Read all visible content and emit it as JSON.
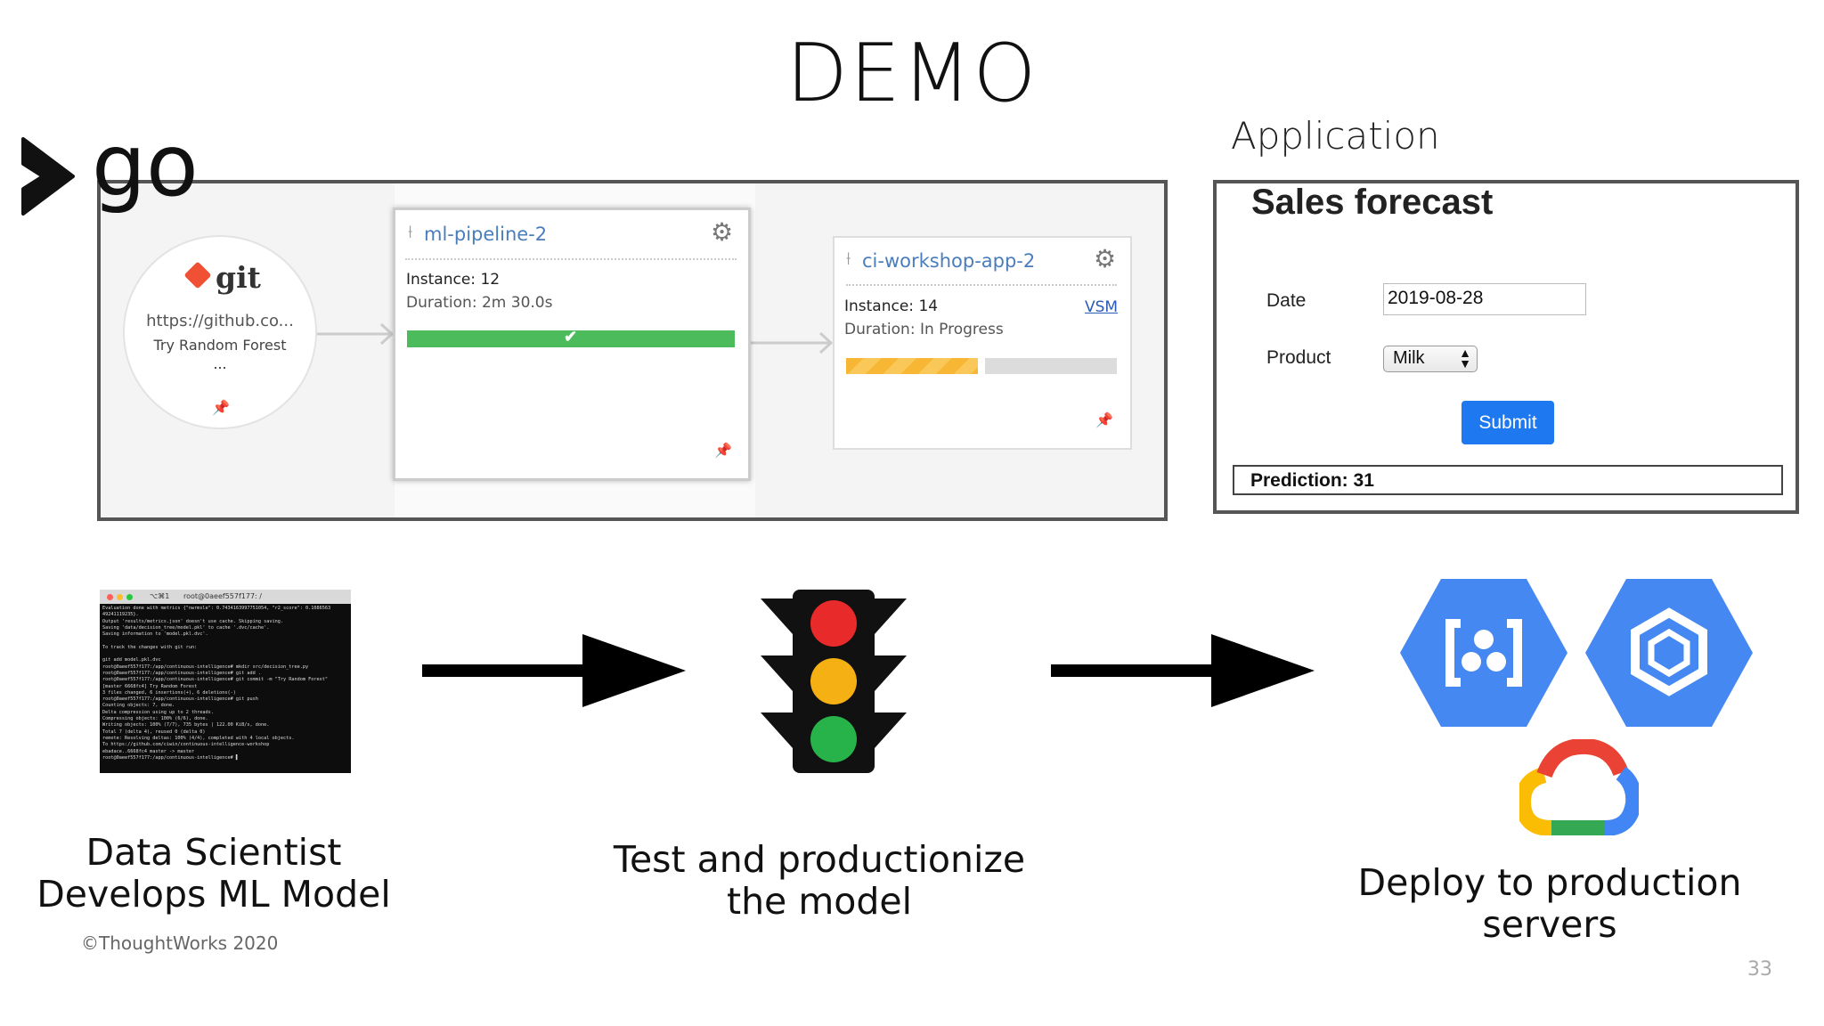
{
  "slide": {
    "title": "DEMO",
    "application_label": "Application",
    "copyright": "©ThoughtWorks 2020",
    "page_number": "33"
  },
  "gocd": {
    "logo_text": "go",
    "material": {
      "type_label": "git",
      "url": "https://github.co...",
      "commit_message": "Try Random Forest",
      "more": "..."
    },
    "pipelines": [
      {
        "name": "ml-pipeline-2",
        "instance": "Instance: 12",
        "duration": "Duration: 2m 30.0s",
        "status": "passed",
        "status_color": "#4cbb5c"
      },
      {
        "name": "ci-workshop-app-2",
        "instance": "Instance: 14",
        "duration": "Duration: In Progress",
        "link": "VSM",
        "status": "in-progress",
        "status_color": "#f7b633",
        "pending_color": "#dcdcdc"
      }
    ]
  },
  "sales_app": {
    "title": "Sales forecast",
    "date_label": "Date",
    "date_value": "2019-08-28",
    "product_label": "Product",
    "product_value": "Milk",
    "submit_label": "Submit",
    "prediction": "Prediction: 31",
    "accent": "#1e78f0"
  },
  "steps": [
    {
      "caption_line1": "Data Scientist",
      "caption_line2": "Develops ML Model",
      "icon": "terminal-icon"
    },
    {
      "caption_line1": "Test and productionize",
      "caption_line2": "the model",
      "icon": "traffic-light-icon"
    },
    {
      "caption_line1": "Deploy to production",
      "caption_line2": "servers",
      "icon": "google-cloud-icon"
    }
  ],
  "terminal": {
    "title": "root@0aeef557f177: /",
    "shortcut": "⌥⌘1",
    "lines": [
      "Evaluation done with metrics {\"nwrmsle\": 0.7434163997751054, \"r2_score\": 0.1086563",
      "49241119235}.",
      "Output 'results/metrics.json' doesn't use cache. Skipping saving.",
      "Saving 'data/decision_tree/model.pkl' to cache '.dvc/cache'.",
      "Saving information to 'model.pkl.dvc'.",
      "",
      "To track the changes with git run:",
      "",
      "        git add model.pkl.dvc",
      "root@0aeef557f177:/app/continuous-intelligence# mkdir src/decision_tree.py",
      "root@0aeef557f177:/app/continuous-intelligence# git add .",
      "root@0aeef557f177:/app/continuous-intelligence# git commit -m \"Try Random Forest\"",
      "[master 6668fc4] Try Random Forest",
      " 3 files changed, 6 insertions(+), 6 deletions(-)",
      "root@0aeef557f177:/app/continuous-intelligence# git push",
      "Counting objects: 7, done.",
      "Delta compression using up to 2 threads.",
      "Compressing objects: 100% (6/6), done.",
      "Writing objects: 100% (7/7), 735 bytes | 122.00 KiB/s, done.",
      "Total 7 (delta 4), reused 0 (delta 0)",
      "remote: Resolving deltas: 100% (4/4), completed with 4 local objects.",
      "To https://github.com/ciwin/continuous-intelligence-workshop",
      "   ebadace..6668fc4  master -> master",
      "root@0aeef557f177:/app/continuous-intelligence# ▌"
    ]
  }
}
